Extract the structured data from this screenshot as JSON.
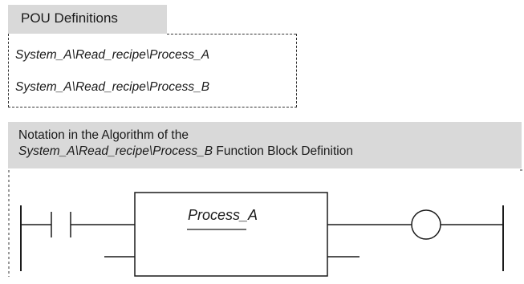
{
  "pou_definitions": {
    "header": "POU Definitions",
    "items": [
      "System_A\\Read_recipe\\Process_A",
      "System_A\\Read_recipe\\Process_B"
    ]
  },
  "notation": {
    "line1": "Notation in the Algorithm of the",
    "path": "System_A\\Read_recipe\\Process_B",
    "suffix": " Function Block Definition"
  },
  "ladder": {
    "function_block_name": "Process_A"
  }
}
